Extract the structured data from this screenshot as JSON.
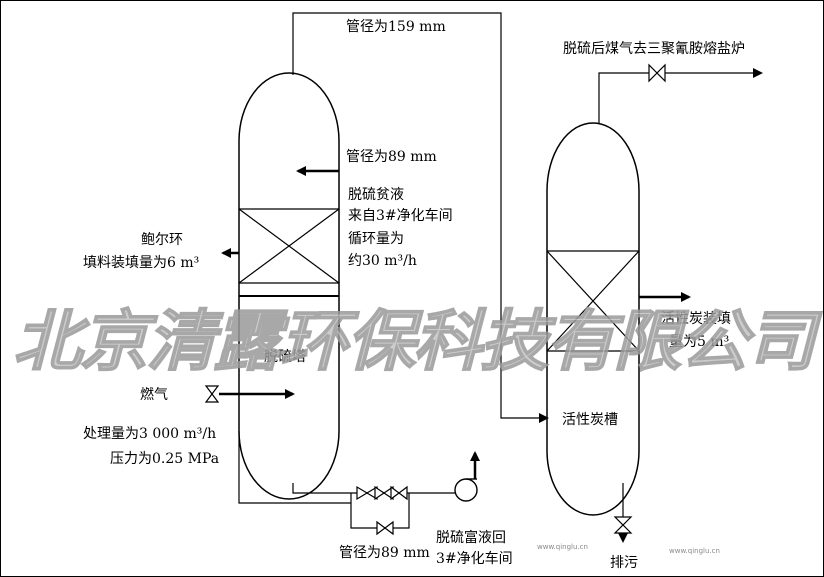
{
  "labels": {
    "pipe_top": "管径为159 mm",
    "pipe_mid": "管径为89 mm",
    "lean_solution_1": "脱硫贫液",
    "lean_solution_2": "来自3#净化车间",
    "lean_solution_3": "循环量为",
    "lean_solution_4": "约30 m³/h",
    "pall_ring_1": "鲍尔环",
    "pall_ring_2": "填料装填量为6 m³",
    "tower_label": "脱硫塔",
    "gas_in": "燃气",
    "gas_rate": "处理量为3 000 m³/h",
    "gas_pressure": "压力为0.25 MPa",
    "pipe_bottom": "管径为89 mm",
    "rich_return_1": "脱硫富液回",
    "rich_return_2": "3#净化车间",
    "outlet": "脱硫后煤气去三聚氰胺熔盐炉",
    "carbon_tank": "活性炭槽",
    "carbon_fill_1": "活性炭装填",
    "carbon_fill_2": "量为5 m³",
    "drain": "排污"
  },
  "watermark": {
    "text": "北京清露环保科技有限公司",
    "color": "#c4c4c4"
  },
  "footer_marks": [
    "www.qinglu.cn",
    "www.qinglu.cn"
  ]
}
